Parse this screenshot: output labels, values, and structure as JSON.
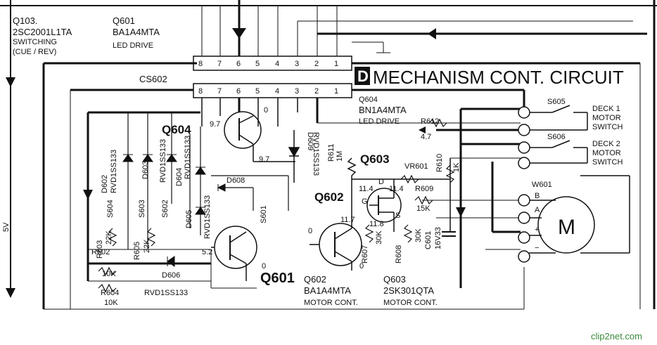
{
  "title": {
    "badge": "D",
    "text": "MECHANISM CONT. CIRCUIT"
  },
  "top_left": {
    "q103": "Q103.",
    "q103_part": "2SC2001L1TA",
    "q103_role1": "SWITCHING",
    "q103_role2": "(CUE / REV)",
    "q601": "Q601",
    "q601_part": "BA1A4MTA",
    "q601_role": "LED DRIVE"
  },
  "connector": {
    "name": "CS602",
    "pins": [
      "8",
      "7",
      "6",
      "5",
      "4",
      "3",
      "2",
      "1"
    ]
  },
  "q604": {
    "name": "Q604",
    "v1": "9.7",
    "v2": "0",
    "v3": "9.7",
    "part": "BN1A4MTA",
    "role": "LED DRIVE",
    "label": "Q604"
  },
  "r612": {
    "name": "R612",
    "value": "4.7"
  },
  "d609": {
    "name": "D609",
    "part": "RVD1SS133"
  },
  "r611": {
    "name": "R611",
    "value": "1M"
  },
  "q603": {
    "name": "Q603",
    "part": "2SK301QTA",
    "role": "MOTOR CONT.",
    "v_d": "11.4",
    "v_g": "11.4",
    "v_s": "11.8",
    "d": "D",
    "g": "G",
    "s": "S"
  },
  "vr601": "VR601",
  "r610": {
    "name": "R610",
    "value": "1K"
  },
  "r609": {
    "name": "R609",
    "value": "15K"
  },
  "r607": {
    "name": "R607",
    "value": "30K"
  },
  "r608": {
    "name": "R608",
    "value": "30K"
  },
  "c601": {
    "name": "C601",
    "value": "16V33"
  },
  "q602": {
    "name": "Q602",
    "part": "BA1A4MTA",
    "role": "MOTOR CONT.",
    "v1": "11.7",
    "v2": "0",
    "v3": "0"
  },
  "q601b": {
    "name": "Q601",
    "v1": "5.2",
    "v2": "0"
  },
  "d602": {
    "name": "D602",
    "part": "RVD1SS133"
  },
  "d603": {
    "name": "D603",
    "part": "RVD1SS133"
  },
  "d604": {
    "name": "D604",
    "part": "RVD1SS133"
  },
  "d605": {
    "name": "D605",
    "part": "RVD1SS133"
  },
  "d606": {
    "name": "D606",
    "part": "RVD1SS133"
  },
  "d608": "D608",
  "s604": "S604",
  "s603": "S603",
  "s602": "S602",
  "s601": "S601",
  "r603": {
    "name": "R603",
    "value": "22K"
  },
  "r605": {
    "name": "R605",
    "value": "22K"
  },
  "r602": {
    "name": "R602",
    "value": "10K"
  },
  "r604": {
    "name": "R604",
    "value": "10K"
  },
  "s605": {
    "name": "S605",
    "deck": "DECK 1",
    "l1": "MOTOR",
    "l2": "SWITCH"
  },
  "s606": {
    "name": "S606",
    "deck": "DECK 2",
    "l1": "MOTOR",
    "l2": "SWITCH"
  },
  "w601": {
    "name": "W601",
    "b": "B",
    "a": "A",
    "plus": "+",
    "minus": "−"
  },
  "motor": "M",
  "five_v": "5V",
  "watermark": "clip2net.com"
}
